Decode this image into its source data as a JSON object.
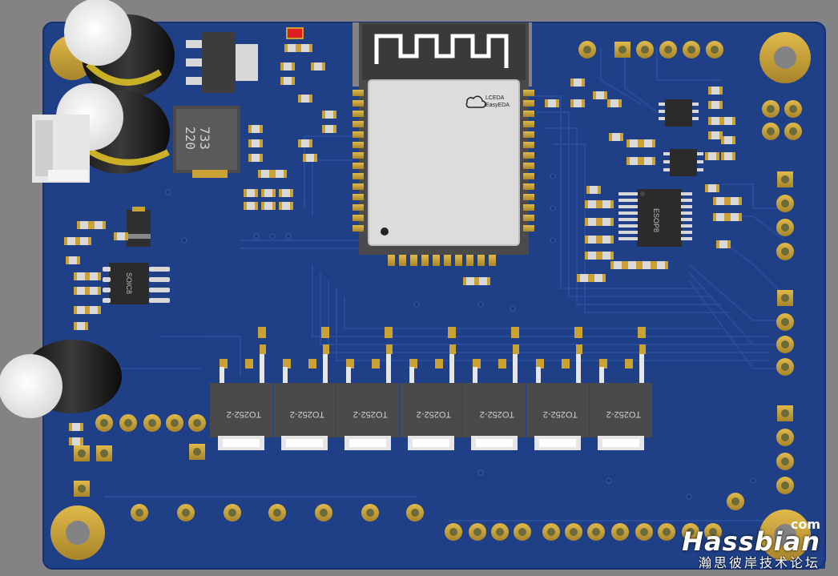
{
  "board": {
    "module_brand_line1": "LCEDA",
    "module_brand_line2": "EasyEDA",
    "inductor_line1": "220",
    "inductor_line2": "733",
    "ic_left_label": "SOIC8",
    "ic_right_label": "ESOP8",
    "mosfet_labels": [
      "TO252-2",
      "TO252-2",
      "TO252-2",
      "TO252-2",
      "TO252-2",
      "TO252-2",
      "TO252-2"
    ]
  },
  "watermark": {
    "brand": "Hassbian",
    "tld": "com",
    "subtitle": "瀚思彼岸技术论坛"
  },
  "colors": {
    "background": "#838385",
    "pcb": "#1f3f86",
    "pad": "#c9a233",
    "module": "#dcdcdc",
    "chip": "#2b2b2b"
  }
}
